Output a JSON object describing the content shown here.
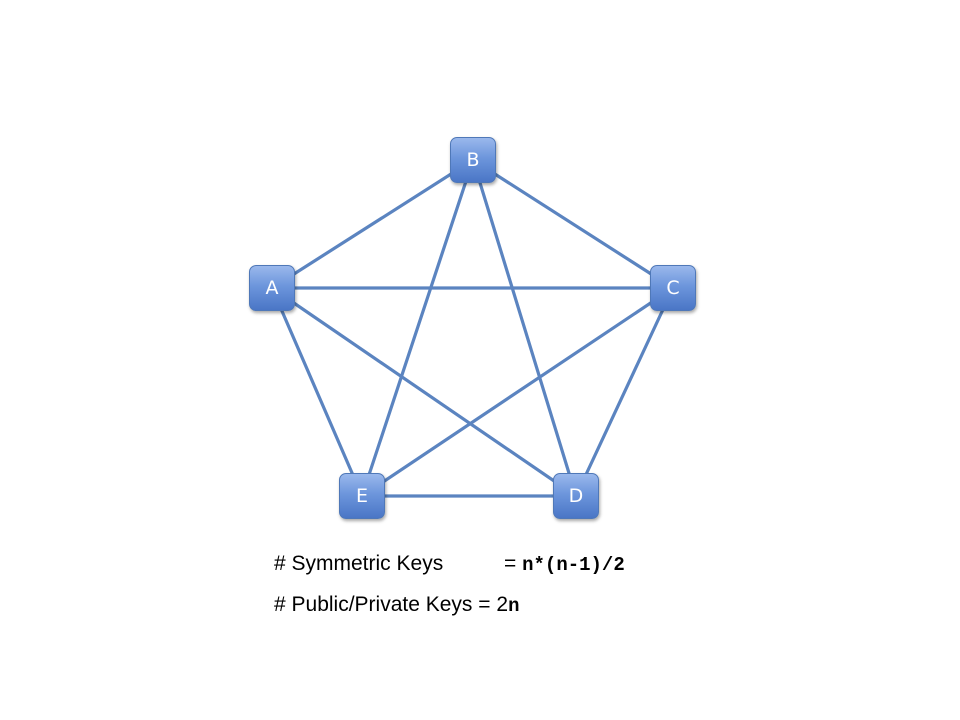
{
  "nodes": [
    {
      "id": "A",
      "label": "A"
    },
    {
      "id": "B",
      "label": "B"
    },
    {
      "id": "C",
      "label": "C"
    },
    {
      "id": "D",
      "label": "D"
    },
    {
      "id": "E",
      "label": "E"
    }
  ],
  "edges": [
    [
      "A",
      "B"
    ],
    [
      "A",
      "C"
    ],
    [
      "A",
      "D"
    ],
    [
      "A",
      "E"
    ],
    [
      "B",
      "C"
    ],
    [
      "B",
      "D"
    ],
    [
      "B",
      "E"
    ],
    [
      "C",
      "D"
    ],
    [
      "C",
      "E"
    ],
    [
      "D",
      "E"
    ]
  ],
  "colors": {
    "edge": "#5b84c0",
    "node_top": "#9ab8ec",
    "node_bottom": "#4a76c6",
    "node_text": "#ffffff"
  },
  "formulas": {
    "symmetric": {
      "label": "# Symmetric Keys",
      "equals": "= ",
      "expr": "n*(n-1)/2"
    },
    "public_private": {
      "label": "# Public/Private Keys",
      "equals": " = ",
      "coef": "2",
      "var": "n"
    }
  }
}
